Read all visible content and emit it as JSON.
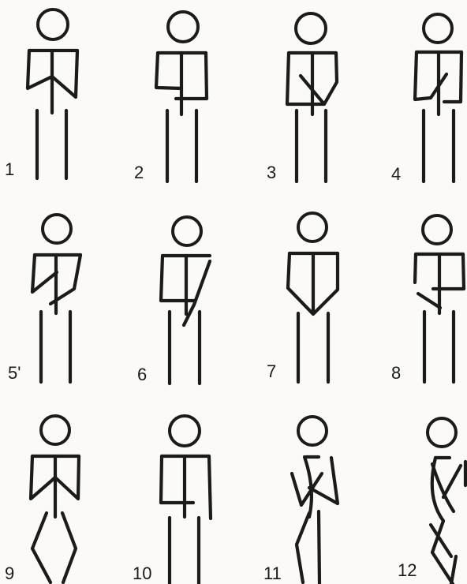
{
  "figures": [
    {
      "label": "1",
      "pose": "hands-together-low"
    },
    {
      "label": "2",
      "pose": "arms-crossed-horizontal"
    },
    {
      "label": "3",
      "pose": "hand-diagonal-right"
    },
    {
      "label": "4",
      "pose": "hand-diagonal-left"
    },
    {
      "label": "5'",
      "pose": "arm-diagonal-long-left"
    },
    {
      "label": "6",
      "pose": "arm-diagonal-long-right"
    },
    {
      "label": "7",
      "pose": "hands-v-low"
    },
    {
      "label": "8",
      "pose": "arm-over-belly"
    },
    {
      "label": "9",
      "pose": "legs-diamond"
    },
    {
      "label": "10",
      "pose": "arms-crossed-low"
    },
    {
      "label": "11",
      "pose": "twisted-stance"
    },
    {
      "label": "12",
      "pose": "twisted-stance-crossed"
    }
  ],
  "colors": {
    "ink": "#1b1b1b",
    "paper": "#fbfaf7"
  }
}
